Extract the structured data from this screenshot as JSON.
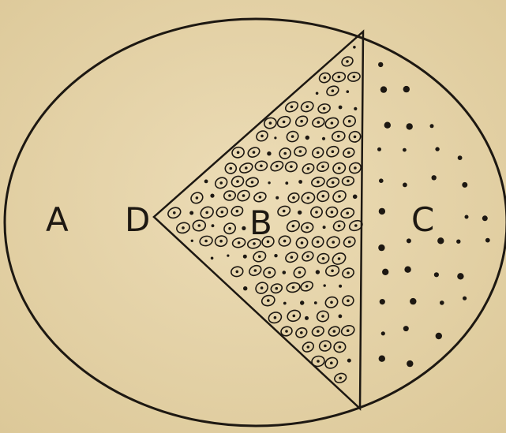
{
  "diagram": {
    "labels": {
      "a": "A",
      "b": "B",
      "c": "C",
      "d": "D"
    },
    "colors": {
      "paper": "#e7d6ae",
      "ink": "#1d1812"
    }
  }
}
